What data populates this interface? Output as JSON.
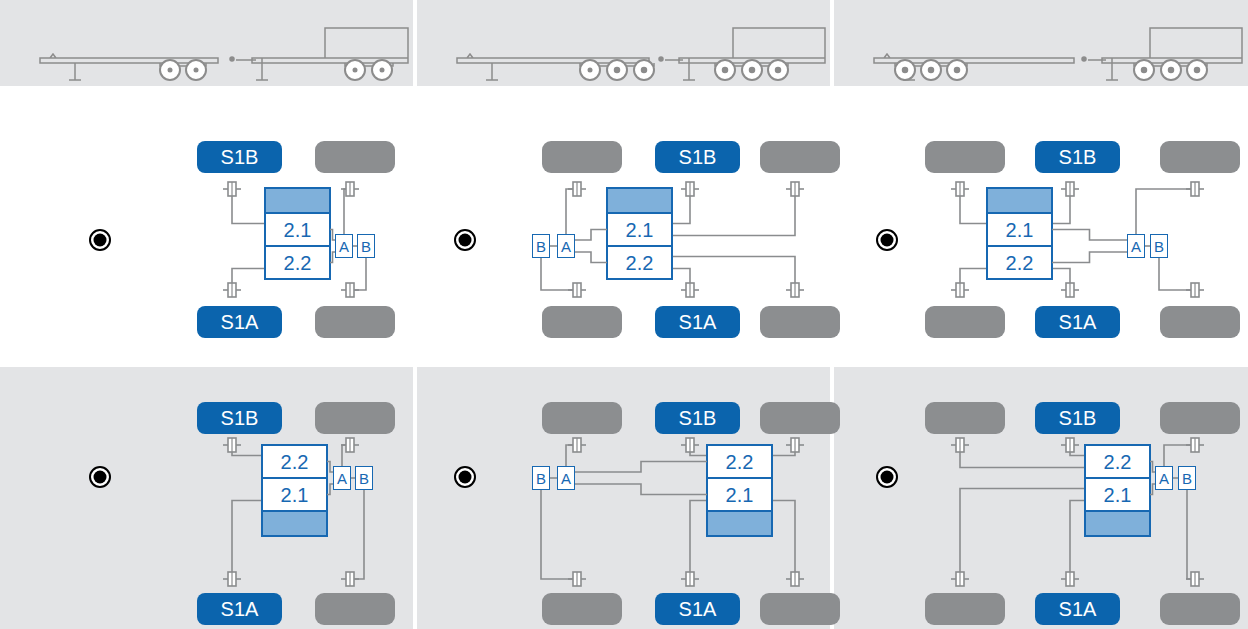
{
  "diagram": {
    "nodes": [
      {
        "text": [
          "S1B"
        ]
      },
      {
        "text": [
          "2.1"
        ]
      },
      {
        "text": [
          "2.2"
        ]
      },
      {
        "text": [
          "A"
        ]
      },
      {
        "text": [
          "B"
        ]
      },
      {
        "text": [
          "S1A"
        ]
      },
      {
        "text": [
          "S1B"
        ]
      },
      {
        "text": [
          "2.1"
        ]
      },
      {
        "text": [
          "2.2"
        ]
      },
      {
        "text": [
          "A"
        ]
      },
      {
        "text": [
          "B"
        ]
      },
      {
        "text": [
          "S1A"
        ]
      },
      {
        "text": [
          "S1B"
        ]
      },
      {
        "text": [
          "2.1"
        ]
      },
      {
        "text": [
          "2.2"
        ]
      },
      {
        "text": [
          "A"
        ]
      },
      {
        "text": [
          "B"
        ]
      },
      {
        "text": [
          "S1A"
        ]
      },
      {
        "text": [
          "S1B"
        ]
      },
      {
        "text": [
          "2.2"
        ]
      },
      {
        "text": [
          "2.1"
        ]
      },
      {
        "text": [
          "A"
        ]
      },
      {
        "text": [
          "B"
        ]
      },
      {
        "text": [
          "S1A"
        ]
      },
      {
        "text": [
          "S1B"
        ]
      },
      {
        "text": [
          "2.2"
        ]
      },
      {
        "text": [
          "2.1"
        ]
      },
      {
        "text": [
          "A"
        ]
      },
      {
        "text": [
          "B"
        ]
      },
      {
        "text": [
          "S1A"
        ]
      },
      {
        "text": [
          "S1B"
        ]
      },
      {
        "text": [
          "2.2"
        ]
      },
      {
        "text": [
          "2.1"
        ]
      },
      {
        "text": [
          "A"
        ]
      },
      {
        "text": [
          "B"
        ]
      },
      {
        "text": [
          "S1A"
        ]
      }
    ],
    "edges": [
      {
        "from": 1,
        "to": 3,
        "arrow": "none"
      },
      {
        "from": 2,
        "to": 3,
        "arrow": "none"
      },
      {
        "from": 3,
        "to": 4,
        "arrow": "none"
      },
      {
        "from": 7,
        "to": 9,
        "arrow": "none"
      },
      {
        "from": 8,
        "to": 9,
        "arrow": "none"
      },
      {
        "from": 9,
        "to": 10,
        "arrow": "none"
      },
      {
        "from": 13,
        "to": 15,
        "arrow": "none"
      },
      {
        "from": 14,
        "to": 15,
        "arrow": "none"
      },
      {
        "from": 15,
        "to": 16,
        "arrow": "none"
      },
      {
        "from": 19,
        "to": 21,
        "arrow": "none"
      },
      {
        "from": 20,
        "to": 21,
        "arrow": "none"
      },
      {
        "from": 21,
        "to": 22,
        "arrow": "none"
      },
      {
        "from": 25,
        "to": 27,
        "arrow": "none"
      },
      {
        "from": 26,
        "to": 27,
        "arrow": "none"
      },
      {
        "from": 27,
        "to": 28,
        "arrow": "none"
      },
      {
        "from": 31,
        "to": 33,
        "arrow": "none"
      },
      {
        "from": 32,
        "to": 33,
        "arrow": "none"
      },
      {
        "from": 33,
        "to": 34,
        "arrow": "none"
      }
    ]
  }
}
